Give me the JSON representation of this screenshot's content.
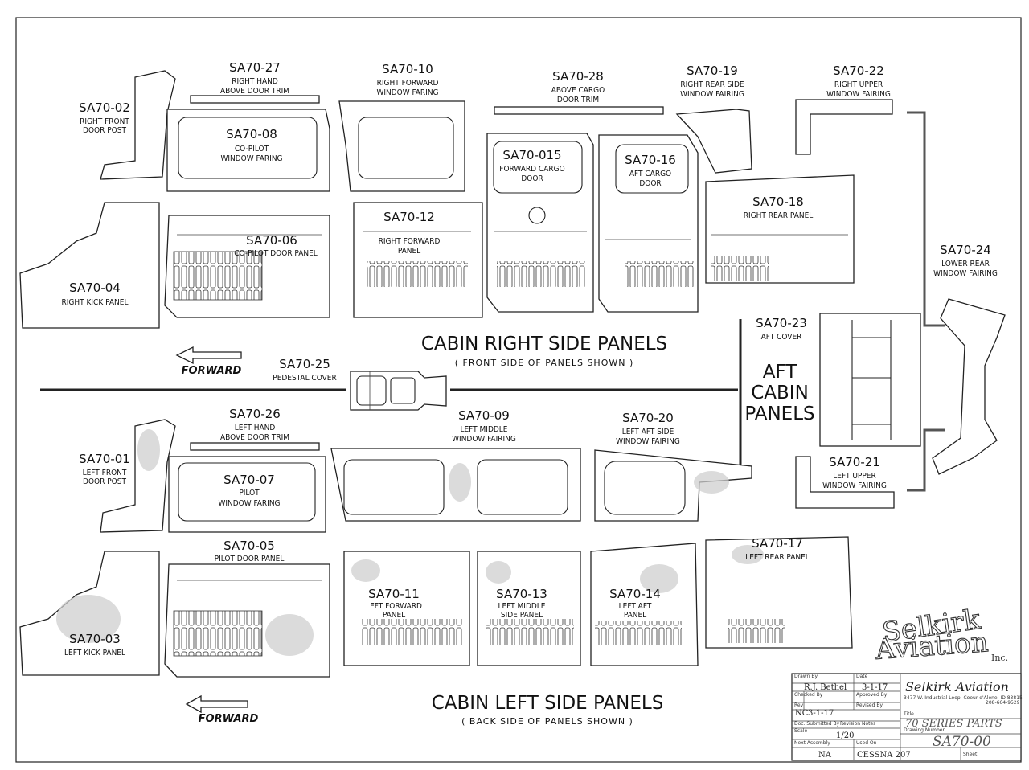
{
  "parts": {
    "sa70_01": {
      "num": "SA70-01",
      "desc": [
        "LEFT FRONT",
        "DOOR POST"
      ]
    },
    "sa70_02": {
      "num": "SA70-02",
      "desc": [
        "RIGHT FRONT",
        "DOOR POST"
      ]
    },
    "sa70_03": {
      "num": "SA70-03",
      "desc": [
        "LEFT KICK PANEL"
      ]
    },
    "sa70_04": {
      "num": "SA70-04",
      "desc": [
        "RIGHT KICK PANEL"
      ]
    },
    "sa70_05": {
      "num": "SA70-05",
      "desc": [
        "PILOT DOOR PANEL"
      ]
    },
    "sa70_06": {
      "num": "SA70-06",
      "desc": [
        "CO-PILOT DOOR PANEL"
      ]
    },
    "sa70_07": {
      "num": "SA70-07",
      "desc": [
        "PILOT",
        "WINDOW FARING"
      ]
    },
    "sa70_08": {
      "num": "SA70-08",
      "desc": [
        "CO-PILOT",
        "WINDOW FARING"
      ]
    },
    "sa70_09": {
      "num": "SA70-09",
      "desc": [
        "LEFT MIDDLE",
        "WINDOW FAIRING"
      ]
    },
    "sa70_10": {
      "num": "SA70-10",
      "desc": [
        "RIGHT FORWARD",
        "WINDOW FARING"
      ]
    },
    "sa70_11": {
      "num": "SA70-11",
      "desc": [
        "LEFT FORWARD",
        "PANEL"
      ]
    },
    "sa70_12": {
      "num": "SA70-12",
      "desc": [
        "RIGHT FORWARD",
        "PANEL"
      ]
    },
    "sa70_13": {
      "num": "SA70-13",
      "desc": [
        "LEFT MIDDLE",
        "SIDE PANEL"
      ]
    },
    "sa70_14": {
      "num": "SA70-14",
      "desc": [
        "LEFT AFT",
        "PANEL"
      ]
    },
    "sa70_015": {
      "num": "SA70-015",
      "desc": [
        "FORWARD CARGO",
        "DOOR"
      ]
    },
    "sa70_16": {
      "num": "SA70-16",
      "desc": [
        "AFT CARGO",
        "DOOR"
      ]
    },
    "sa70_17": {
      "num": "SA70-17",
      "desc": [
        "LEFT REAR PANEL"
      ]
    },
    "sa70_18": {
      "num": "SA70-18",
      "desc": [
        "RIGHT REAR PANEL"
      ]
    },
    "sa70_19": {
      "num": "SA70-19",
      "desc": [
        "RIGHT REAR SIDE",
        "WINDOW FAIRING"
      ]
    },
    "sa70_20": {
      "num": "SA70-20",
      "desc": [
        "LEFT AFT SIDE",
        "WINDOW FAIRING"
      ]
    },
    "sa70_21": {
      "num": "SA70-21",
      "desc": [
        "LEFT UPPER",
        "WINDOW FAIRING"
      ]
    },
    "sa70_22": {
      "num": "SA70-22",
      "desc": [
        "RIGHT UPPER",
        "WINDOW FAIRING"
      ]
    },
    "sa70_23": {
      "num": "SA70-23",
      "desc": [
        "AFT COVER"
      ]
    },
    "sa70_24": {
      "num": "SA70-24",
      "desc": [
        "LOWER REAR",
        "WINDOW FAIRING"
      ]
    },
    "sa70_25": {
      "num": "SA70-25",
      "desc": [
        "PEDESTAL COVER"
      ]
    },
    "sa70_26": {
      "num": "SA70-26",
      "desc": [
        "LEFT HAND",
        "ABOVE DOOR TRIM"
      ]
    },
    "sa70_27": {
      "num": "SA70-27",
      "desc": [
        "RIGHT HAND",
        "ABOVE DOOR TRIM"
      ]
    },
    "sa70_28": {
      "num": "SA70-28",
      "desc": [
        "ABOVE CARGO",
        "DOOR TRIM"
      ]
    }
  },
  "sections": {
    "right_title": "CABIN RIGHT SIDE PANELS",
    "right_note": "( FRONT SIDE OF PANELS SHOWN )",
    "left_title": "CABIN LEFT SIDE PANELS",
    "left_note": "( BACK SIDE OF PANELS SHOWN )",
    "aft_title": [
      "AFT",
      "CABIN",
      "PANELS"
    ],
    "forward": "FORWARD"
  },
  "logo": {
    "line1": "Selkirk",
    "line2": "Aviation",
    "suffix": "Inc."
  },
  "title_block": {
    "drawn_by_label": "Drawn By",
    "drawn_by": "R.J. Bethel",
    "date_label": "Date",
    "date": "3-1-17",
    "checked_by_label": "Checked By",
    "approved_by_label": "Approved By",
    "rev_label": "Rev",
    "rev": "NC",
    "rev_date": "3-1-17",
    "doc_submitted_label": "Doc. Submitted By",
    "revision_notes_label": "Revision Notes",
    "revised_by_label": "Revised By",
    "scale_label": "Scale",
    "scale": "1/20",
    "next_assembly_label": "Next Assembly",
    "next_assembly": "NA",
    "used_on_label": "Used On",
    "used_on": "CESSNA 207",
    "company": "Selkirk Aviation",
    "address": "3477 W. Industrial Loop, Coeur d'Alene, ID 83815",
    "phone": "208-664-9529",
    "title_label": "Title",
    "title": "70 SERIES PARTS",
    "drawing_number_label": "Drawing Number",
    "drawing_number": "SA70-00",
    "sheet_label": "Sheet"
  }
}
